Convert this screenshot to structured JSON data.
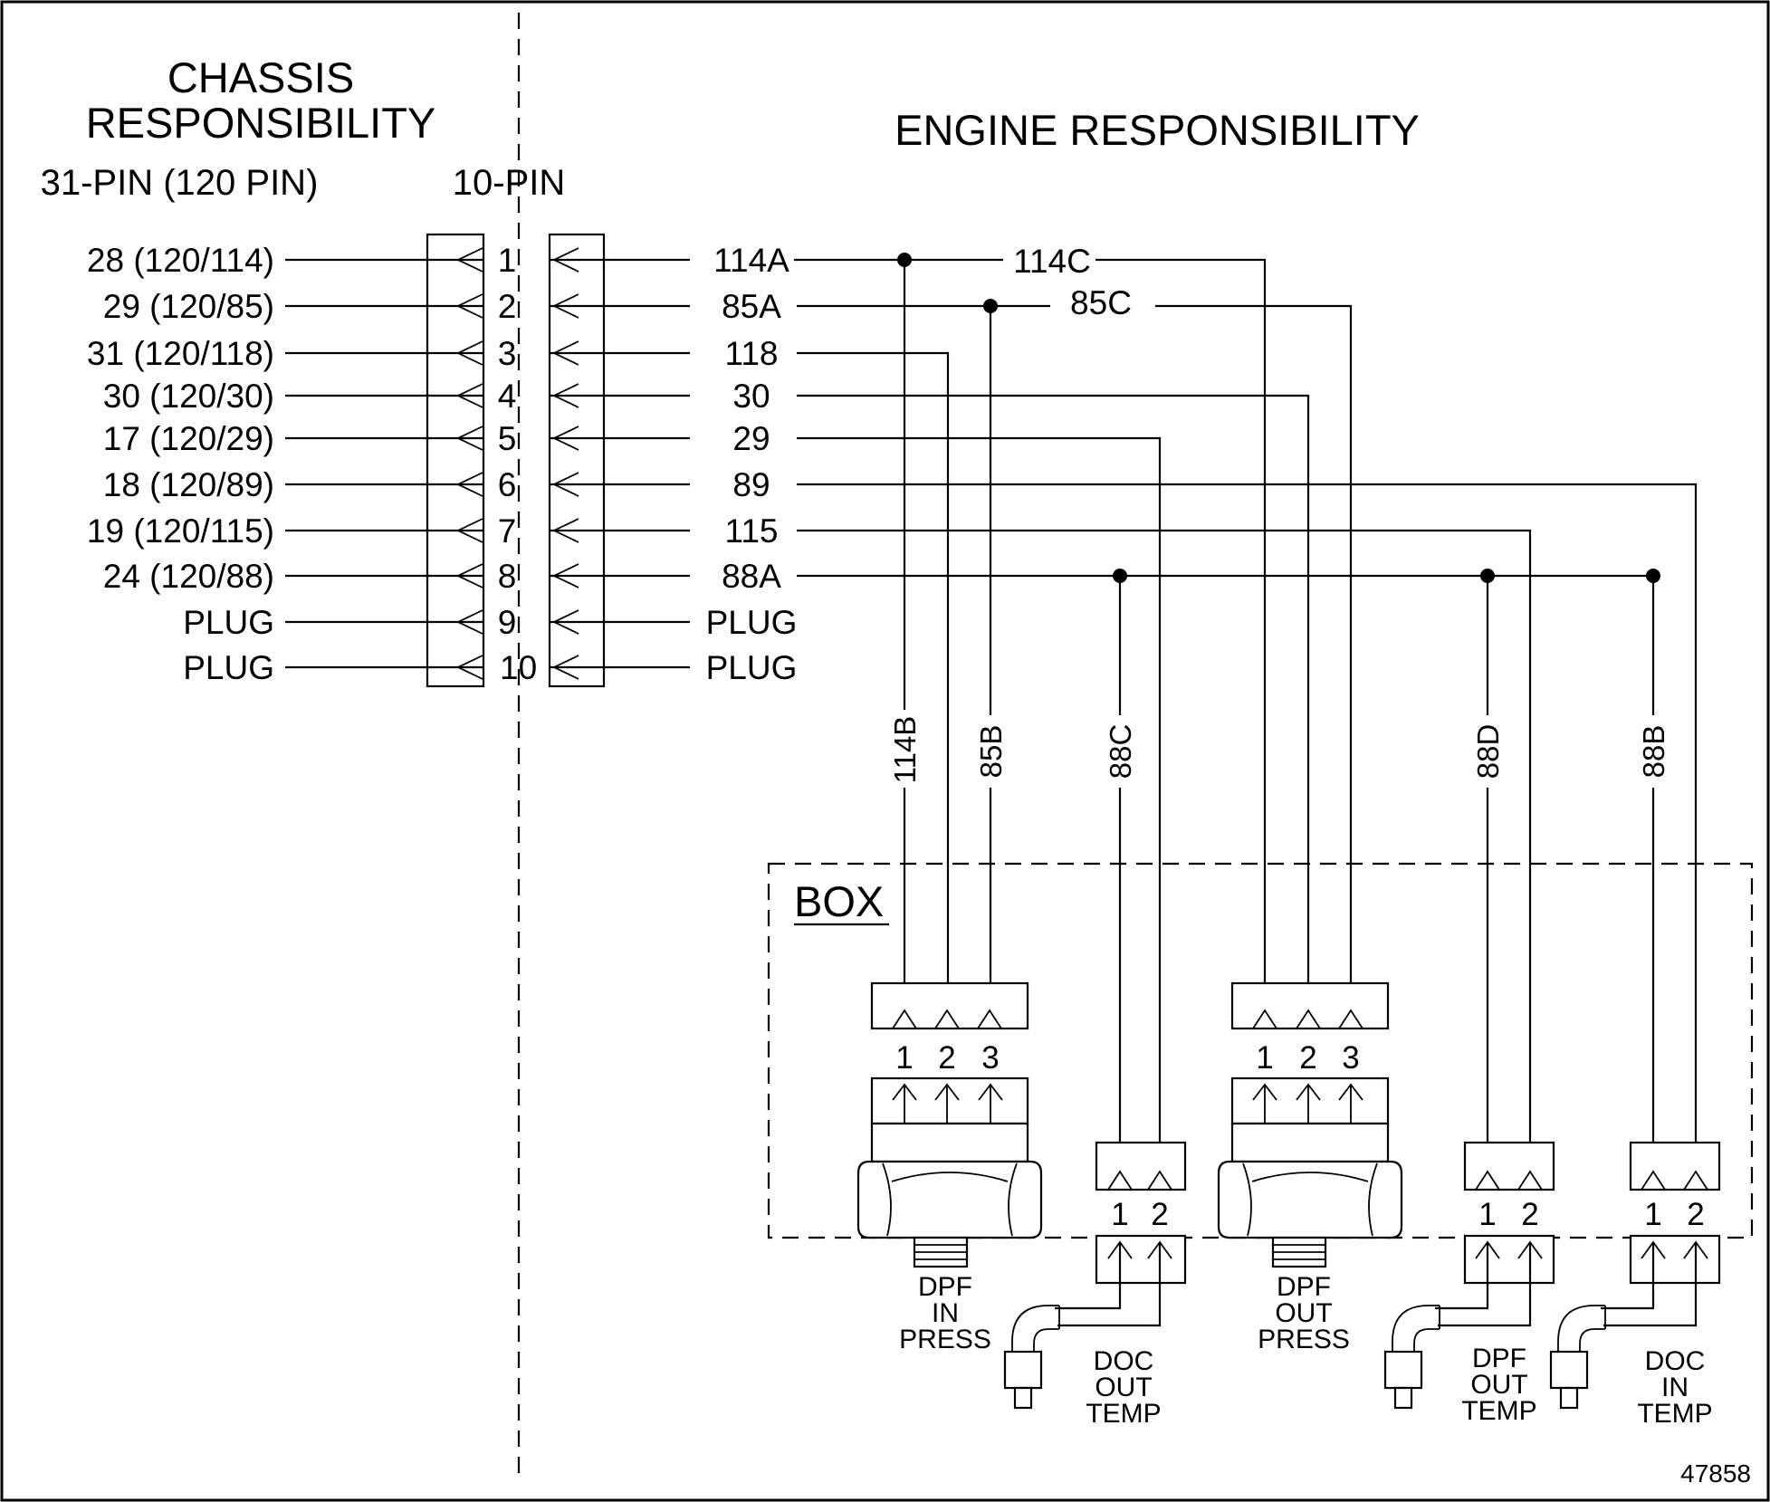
{
  "headings": {
    "chassis_line1": "CHASSIS",
    "chassis_line2": "RESPONSIBILITY",
    "engine": "ENGINE RESPONSIBILITY",
    "chassis_connector": "31-PIN (120 PIN)",
    "engine_connector": "10-PIN"
  },
  "chassis_labels": [
    "28 (120/114)",
    "29 (120/85)",
    "31 (120/118)",
    "30 (120/30)",
    "17 (120/29)",
    "18 (120/89)",
    "19 (120/115)",
    "24 (120/88)",
    "PLUG",
    "PLUG"
  ],
  "pin_numbers": [
    "1",
    "2",
    "3",
    "4",
    "5",
    "6",
    "7",
    "8",
    "9",
    "10"
  ],
  "engine_labels": [
    "114A",
    "85A",
    "118",
    "30",
    "29",
    "89",
    "115",
    "88A",
    "PLUG",
    "PLUG"
  ],
  "branch_labels": {
    "w114c": "114C",
    "w85c": "85C",
    "w114b": "114B",
    "w85b": "85B",
    "w88c": "88C",
    "w88d": "88D",
    "w88b": "88B"
  },
  "box_label": "BOX",
  "sensors": {
    "dpf_in_press": {
      "lines": [
        "DPF",
        "IN",
        "PRESS"
      ],
      "pins": [
        "1",
        "2",
        "3"
      ]
    },
    "dpf_out_press": {
      "lines": [
        "DPF",
        "OUT",
        "PRESS"
      ],
      "pins": [
        "1",
        "2",
        "3"
      ]
    },
    "doc_out_temp": {
      "lines": [
        "DOC",
        "OUT",
        "TEMP"
      ],
      "pins": [
        "1",
        "2"
      ]
    },
    "dpf_out_temp": {
      "lines": [
        "DPF",
        "OUT",
        "TEMP"
      ],
      "pins": [
        "1",
        "2"
      ]
    },
    "doc_in_temp": {
      "lines": [
        "DOC",
        "IN",
        "TEMP"
      ],
      "pins": [
        "1",
        "2"
      ]
    }
  },
  "figure_number": "47858"
}
